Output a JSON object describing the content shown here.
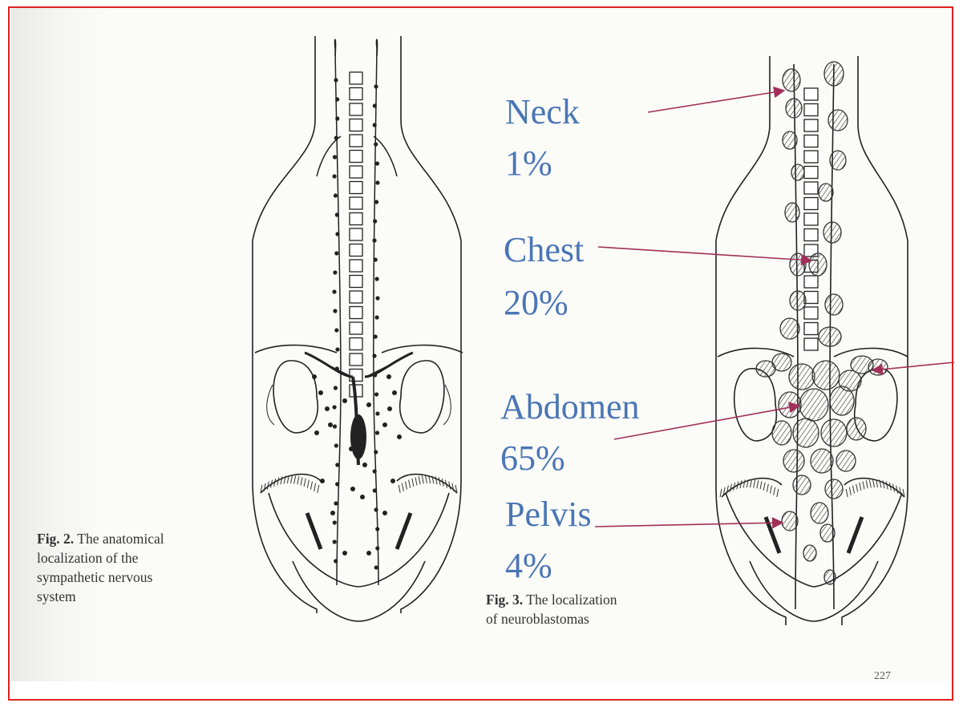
{
  "labels": {
    "neck": {
      "name": "Neck",
      "percent": "1%"
    },
    "chest": {
      "name": "Chest",
      "percent": "20%"
    },
    "abdomen": {
      "name": "Abdomen",
      "percent": "65%"
    },
    "pelvis": {
      "name": "Pelvis",
      "percent": "4%"
    }
  },
  "fig2": {
    "prefix": "Fig. 2.",
    "lines": [
      "The anatomical",
      "localization of the",
      "sympathetic nervous",
      "system"
    ]
  },
  "fig3": {
    "prefix": "Fig. 3.",
    "lines": [
      "The localization",
      "of neuroblastomas"
    ]
  },
  "page_number": "227",
  "colors": {
    "label_text": "#4a76b5",
    "arrow": "#a0305a",
    "frame": "#e02020"
  }
}
